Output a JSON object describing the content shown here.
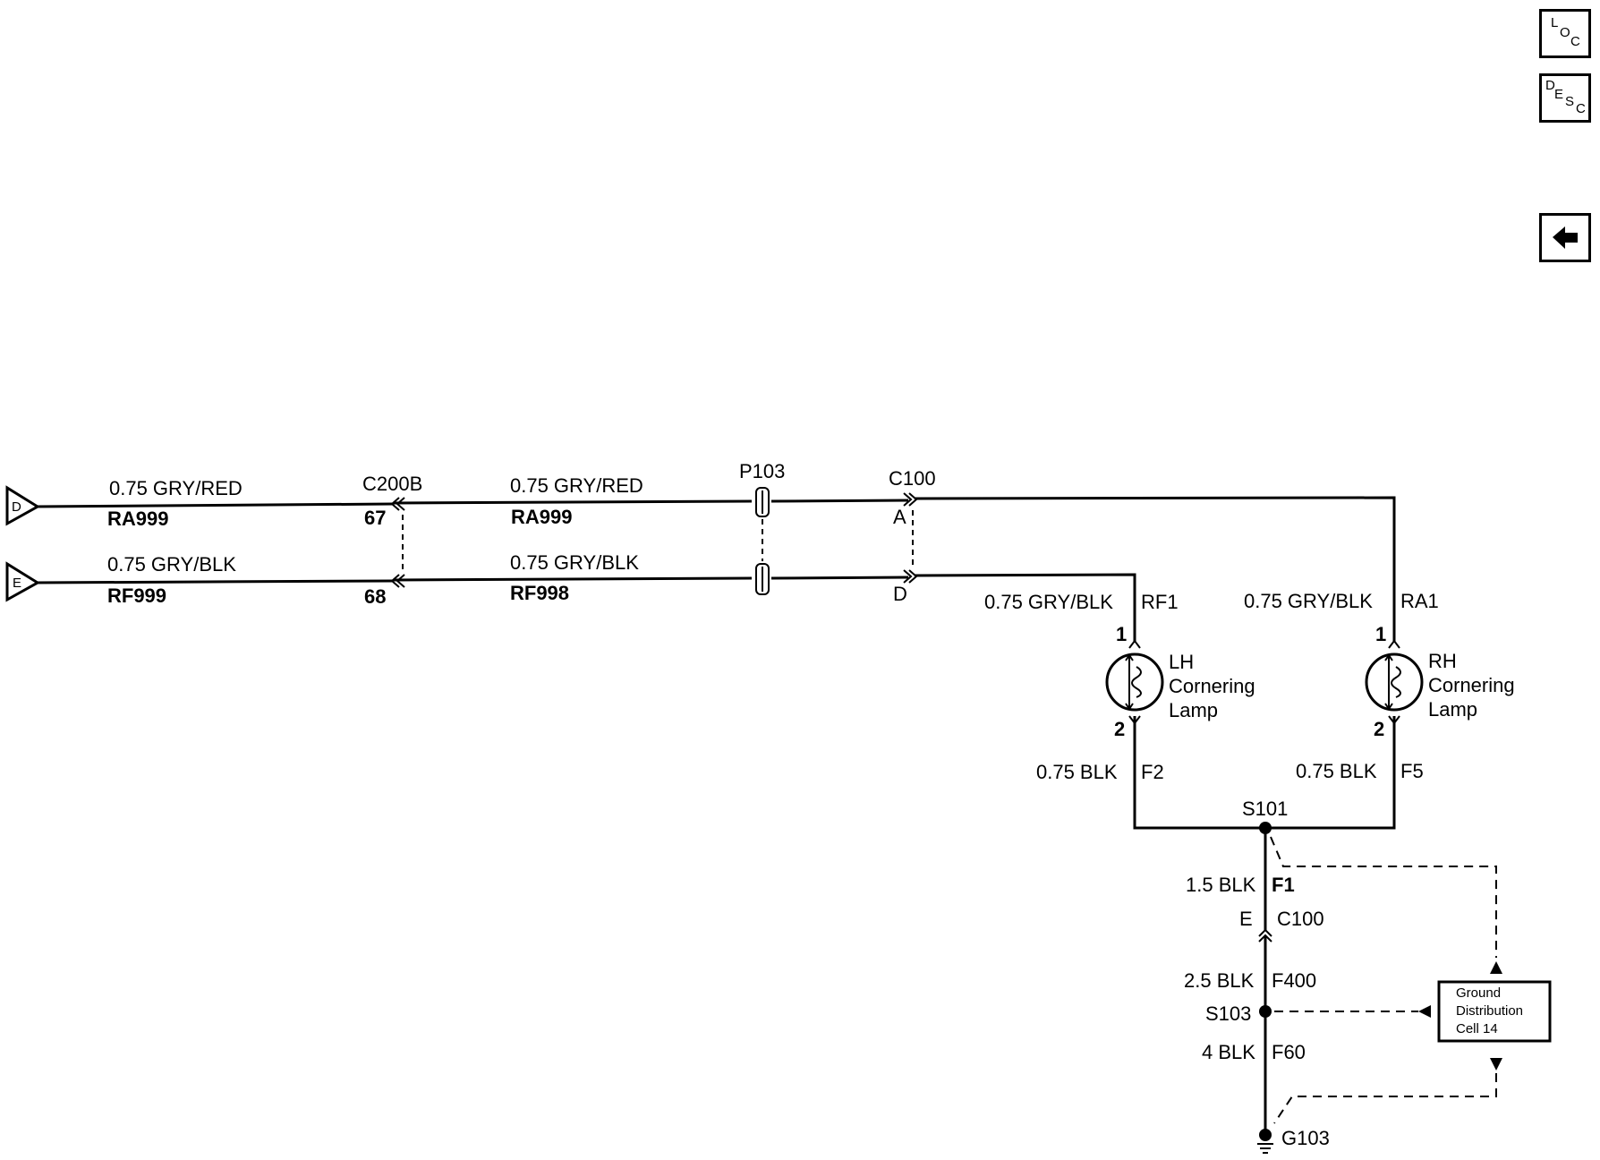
{
  "nav": {
    "loc_letters": [
      "L",
      "O",
      "C"
    ],
    "desc_letters": [
      "D",
      "E",
      "S",
      "C"
    ],
    "back_icon": "left-arrow-icon"
  },
  "inputs": {
    "d": {
      "letter": "D",
      "wire": "0.75 GRY/RED",
      "circuit": "RA999"
    },
    "e": {
      "letter": "E",
      "wire": "0.75 GRY/BLK",
      "circuit": "RF999"
    }
  },
  "c200b": {
    "label": "C200B",
    "pin_a": "67",
    "pin_b": "68"
  },
  "mid": {
    "top_wire": "0.75 GRY/RED",
    "top_circuit": "RA999",
    "bot_wire": "0.75 GRY/BLK",
    "bot_circuit": "RF998"
  },
  "p103": {
    "label": "P103"
  },
  "c100": {
    "label": "C100",
    "pin_a": "A",
    "pin_d": "D"
  },
  "lh": {
    "wire_top": "0.75 GRY/BLK",
    "circuit_top": "RF1",
    "pin1": "1",
    "pin2": "2",
    "label": [
      "LH",
      "Cornering",
      "Lamp"
    ],
    "wire_bot": "0.75 BLK",
    "circuit_bot": "F2"
  },
  "rh": {
    "wire_top": "0.75 GRY/BLK",
    "circuit_top": "RA1",
    "pin1": "1",
    "pin2": "2",
    "label": [
      "RH",
      "Cornering",
      "Lamp"
    ],
    "wire_bot": "0.75 BLK",
    "circuit_bot": "F5"
  },
  "ground": {
    "s101": "S101",
    "wire1": "1.5 BLK",
    "circuit1": "F1",
    "c100_pin": "E",
    "c100_label": "C100",
    "wire2": "2.5 BLK",
    "circuit2": "F400",
    "s103": "S103",
    "wire3": "4 BLK",
    "circuit3": "F60",
    "g103": "G103"
  },
  "gdc": {
    "lines": [
      "Ground",
      "Distribution",
      "Cell 14"
    ]
  }
}
